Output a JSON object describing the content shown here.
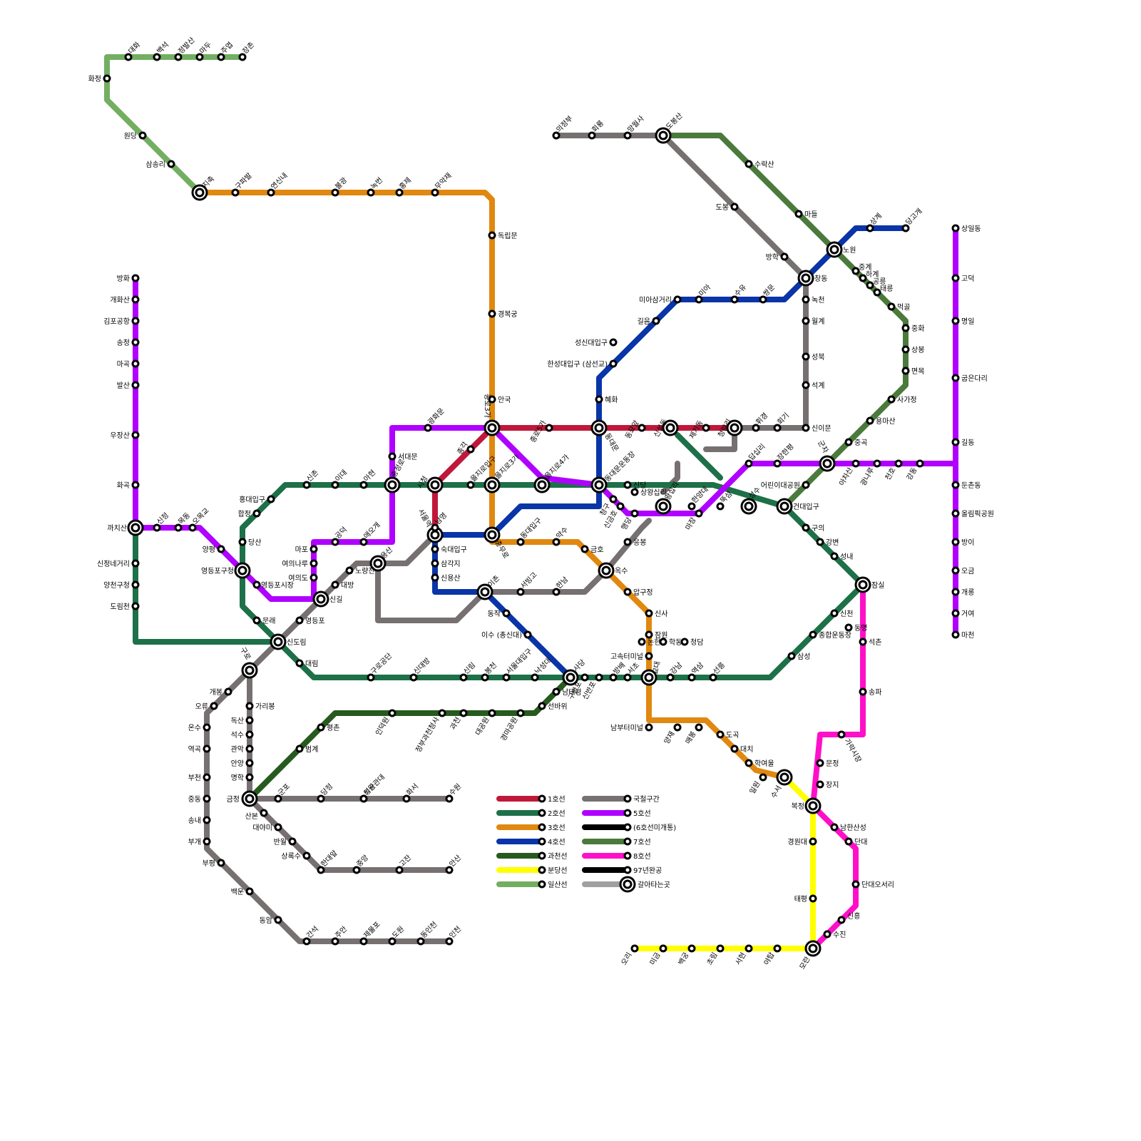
{
  "colors": {
    "line1": "#c0183a",
    "line2": "#1d7048",
    "line3": "#e0880f",
    "line4": "#0a35a8",
    "line5": "#b000ff",
    "line7": "#4a7a3c",
    "line8": "#ff10c8",
    "gwacheon": "#275a1e",
    "bundang": "#ffff00",
    "ilsan": "#73ae62",
    "korail": "#777070",
    "future": "#000000"
  },
  "legend": [
    {
      "label": "1호선",
      "color": "#c0183a"
    },
    {
      "label": "2호선",
      "color": "#1d7048"
    },
    {
      "label": "3호선",
      "color": "#e0880f"
    },
    {
      "label": "4호선",
      "color": "#0a35a8"
    },
    {
      "label": "과천선",
      "color": "#275a1e"
    },
    {
      "label": "분당선",
      "color": "#ffff00"
    },
    {
      "label": "일산선",
      "color": "#73ae62"
    },
    {
      "label": "국철구간",
      "color": "#777070"
    },
    {
      "label": "5호선",
      "color": "#b000ff"
    },
    {
      "label": "(6호선미개통)",
      "color": "#000000"
    },
    {
      "label": "7호선",
      "color": "#4a7a3c"
    },
    {
      "label": "8호선",
      "color": "#ff10c8"
    },
    {
      "label": "97년완공",
      "color": "#000000"
    },
    {
      "label": "갈아타는곳",
      "color": "#a0a0a0"
    }
  ],
  "stations": [
    {
      "name": "대화"
    },
    {
      "name": "백석"
    },
    {
      "name": "정발산"
    },
    {
      "name": "마두"
    },
    {
      "name": "주엽"
    },
    {
      "name": "장촌"
    },
    {
      "name": "화정"
    },
    {
      "name": "원당"
    },
    {
      "name": "삼송리"
    },
    {
      "name": "지축"
    },
    {
      "name": "구파발"
    },
    {
      "name": "연신내"
    },
    {
      "name": "불광"
    },
    {
      "name": "녹번"
    },
    {
      "name": "홍제"
    },
    {
      "name": "무악재"
    },
    {
      "name": "독립문"
    },
    {
      "name": "경복궁"
    },
    {
      "name": "안국"
    },
    {
      "name": "종로3가"
    },
    {
      "name": "을지로3가"
    },
    {
      "name": "충무로"
    },
    {
      "name": "동대입구"
    },
    {
      "name": "약수"
    },
    {
      "name": "금호"
    },
    {
      "name": "옥수"
    },
    {
      "name": "압구정"
    },
    {
      "name": "신사"
    },
    {
      "name": "잠원"
    },
    {
      "name": "고속터미널"
    },
    {
      "name": "교대"
    },
    {
      "name": "남부터미널"
    },
    {
      "name": "양재"
    },
    {
      "name": "매봉"
    },
    {
      "name": "도곡"
    },
    {
      "name": "대치"
    },
    {
      "name": "학여울"
    },
    {
      "name": "일원"
    },
    {
      "name": "수서"
    },
    {
      "name": "의정부"
    },
    {
      "name": "회룡"
    },
    {
      "name": "망월사"
    },
    {
      "name": "도봉산"
    },
    {
      "name": "도봉"
    },
    {
      "name": "방학"
    },
    {
      "name": "창동"
    },
    {
      "name": "녹천"
    },
    {
      "name": "월계"
    },
    {
      "name": "성북"
    },
    {
      "name": "석계"
    },
    {
      "name": "신이문"
    },
    {
      "name": "회기"
    },
    {
      "name": "휘경"
    },
    {
      "name": "청량리"
    },
    {
      "name": "제기동"
    },
    {
      "name": "신설동"
    },
    {
      "name": "동묘앞"
    },
    {
      "name": "동대문"
    },
    {
      "name": "종로5가"
    },
    {
      "name": "종각"
    },
    {
      "name": "시청"
    },
    {
      "name": "서울역"
    },
    {
      "name": "수락산"
    },
    {
      "name": "마들"
    },
    {
      "name": "노원"
    },
    {
      "name": "중계"
    },
    {
      "name": "하계"
    },
    {
      "name": "공릉"
    },
    {
      "name": "태릉"
    },
    {
      "name": "먹골"
    },
    {
      "name": "중화"
    },
    {
      "name": "상봉"
    },
    {
      "name": "면목"
    },
    {
      "name": "사가정"
    },
    {
      "name": "용마산"
    },
    {
      "name": "중곡"
    },
    {
      "name": "군자"
    },
    {
      "name": "어린이대공원"
    },
    {
      "name": "건대입구"
    },
    {
      "name": "상계"
    },
    {
      "name": "당고개"
    },
    {
      "name": "미아삼거리"
    },
    {
      "name": "미아"
    },
    {
      "name": "수유"
    },
    {
      "name": "쌍문"
    },
    {
      "name": "길음"
    },
    {
      "name": "성신대입구"
    },
    {
      "name": "한성대입구 (삼선교)"
    },
    {
      "name": "혜화"
    },
    {
      "name": "동대문운동장"
    },
    {
      "name": "상일동"
    },
    {
      "name": "고덕"
    },
    {
      "name": "명일"
    },
    {
      "name": "굽은다리"
    },
    {
      "name": "길동"
    },
    {
      "name": "둔촌동"
    },
    {
      "name": "올림픽공원"
    },
    {
      "name": "방이"
    },
    {
      "name": "오금"
    },
    {
      "name": "개롱"
    },
    {
      "name": "거여"
    },
    {
      "name": "마천"
    },
    {
      "name": "강동"
    },
    {
      "name": "천호"
    },
    {
      "name": "광나루"
    },
    {
      "name": "아차산"
    },
    {
      "name": "장한평"
    },
    {
      "name": "답십리"
    },
    {
      "name": "마장"
    },
    {
      "name": "왕십리"
    },
    {
      "name": "행당"
    },
    {
      "name": "신금호"
    },
    {
      "name": "청구"
    },
    {
      "name": "광화문"
    },
    {
      "name": "서대문"
    },
    {
      "name": "충정로"
    },
    {
      "name": "애오개"
    },
    {
      "name": "공덕"
    },
    {
      "name": "마포"
    },
    {
      "name": "여의나루"
    },
    {
      "name": "여의도"
    },
    {
      "name": "신길"
    },
    {
      "name": "영등포시장"
    },
    {
      "name": "영등포구청"
    },
    {
      "name": "양평"
    },
    {
      "name": "오목교"
    },
    {
      "name": "목동"
    },
    {
      "name": "신정"
    },
    {
      "name": "까치산"
    },
    {
      "name": "화곡"
    },
    {
      "name": "우장산"
    },
    {
      "name": "발산"
    },
    {
      "name": "마곡"
    },
    {
      "name": "송정"
    },
    {
      "name": "김포공항"
    },
    {
      "name": "개화산"
    },
    {
      "name": "방화"
    },
    {
      "name": "신정네거리"
    },
    {
      "name": "양천구청"
    },
    {
      "name": "도림천"
    },
    {
      "name": "신도림"
    },
    {
      "name": "문래"
    },
    {
      "name": "당산"
    },
    {
      "name": "합정"
    },
    {
      "name": "홍대입구"
    },
    {
      "name": "신촌"
    },
    {
      "name": "이대"
    },
    {
      "name": "아현"
    },
    {
      "name": "을지로입구"
    },
    {
      "name": "을지로4가"
    },
    {
      "name": "신당"
    },
    {
      "name": "상왕십리"
    },
    {
      "name": "한양대"
    },
    {
      "name": "뚝섬"
    },
    {
      "name": "성수"
    },
    {
      "name": "구의"
    },
    {
      "name": "강변"
    },
    {
      "name": "성내"
    },
    {
      "name": "잠실"
    },
    {
      "name": "신천"
    },
    {
      "name": "종합운동장"
    },
    {
      "name": "삼성"
    },
    {
      "name": "선릉"
    },
    {
      "name": "역삼"
    },
    {
      "name": "강남"
    },
    {
      "name": "서초"
    },
    {
      "name": "방배"
    },
    {
      "name": "사당"
    },
    {
      "name": "낙성대"
    },
    {
      "name": "서울대입구"
    },
    {
      "name": "봉천"
    },
    {
      "name": "신림"
    },
    {
      "name": "신대방"
    },
    {
      "name": "구로공단"
    },
    {
      "name": "대림"
    },
    {
      "name": "남영"
    },
    {
      "name": "용산"
    },
    {
      "name": "노량진"
    },
    {
      "name": "대방"
    },
    {
      "name": "영등포"
    },
    {
      "name": "구로"
    },
    {
      "name": "가리봉"
    },
    {
      "name": "독산"
    },
    {
      "name": "석수"
    },
    {
      "name": "관악"
    },
    {
      "name": "안양"
    },
    {
      "name": "명학"
    },
    {
      "name": "금정"
    },
    {
      "name": "군포"
    },
    {
      "name": "당정"
    },
    {
      "name": "의왕"
    },
    {
      "name": "성균관대"
    },
    {
      "name": "화서"
    },
    {
      "name": "수원"
    },
    {
      "name": "산본"
    },
    {
      "name": "대야미"
    },
    {
      "name": "반월"
    },
    {
      "name": "상록수"
    },
    {
      "name": "한대앞"
    },
    {
      "name": "중앙"
    },
    {
      "name": "고잔"
    },
    {
      "name": "안산"
    },
    {
      "name": "개봉"
    },
    {
      "name": "오류"
    },
    {
      "name": "온수"
    },
    {
      "name": "역곡"
    },
    {
      "name": "부천"
    },
    {
      "name": "중동"
    },
    {
      "name": "송내"
    },
    {
      "name": "부개"
    },
    {
      "name": "부평"
    },
    {
      "name": "백운"
    },
    {
      "name": "동암"
    },
    {
      "name": "간석"
    },
    {
      "name": "주안"
    },
    {
      "name": "제물포"
    },
    {
      "name": "도원"
    },
    {
      "name": "동인천"
    },
    {
      "name": "인천"
    },
    {
      "name": "숙대입구"
    },
    {
      "name": "삼각지"
    },
    {
      "name": "신용산"
    },
    {
      "name": "이촌"
    },
    {
      "name": "서빙고"
    },
    {
      "name": "한남"
    },
    {
      "name": "응봉"
    },
    {
      "name": "동작"
    },
    {
      "name": "이수 (총신대)"
    },
    {
      "name": "남태령"
    },
    {
      "name": "선바위"
    },
    {
      "name": "경마공원"
    },
    {
      "name": "대공원"
    },
    {
      "name": "과천"
    },
    {
      "name": "정부과천청사"
    },
    {
      "name": "인덕원"
    },
    {
      "name": "평촌"
    },
    {
      "name": "범계"
    },
    {
      "name": "석촌"
    },
    {
      "name": "송파"
    },
    {
      "name": "가락시장"
    },
    {
      "name": "문정"
    },
    {
      "name": "장지"
    },
    {
      "name": "복정"
    },
    {
      "name": "남한산성"
    },
    {
      "name": "단대"
    },
    {
      "name": "단대오서리"
    },
    {
      "name": "신흥"
    },
    {
      "name": "수진"
    },
    {
      "name": "모란"
    },
    {
      "name": "경원대"
    },
    {
      "name": "태평"
    },
    {
      "name": "야탑"
    },
    {
      "name": "서현"
    },
    {
      "name": "초림"
    },
    {
      "name": "백궁"
    },
    {
      "name": "미금"
    },
    {
      "name": "오리"
    },
    {
      "name": "구반포"
    },
    {
      "name": "신반포"
    },
    {
      "name": "논현"
    },
    {
      "name": "학동"
    },
    {
      "name": "청담"
    },
    {
      "name": "동명"
    }
  ]
}
